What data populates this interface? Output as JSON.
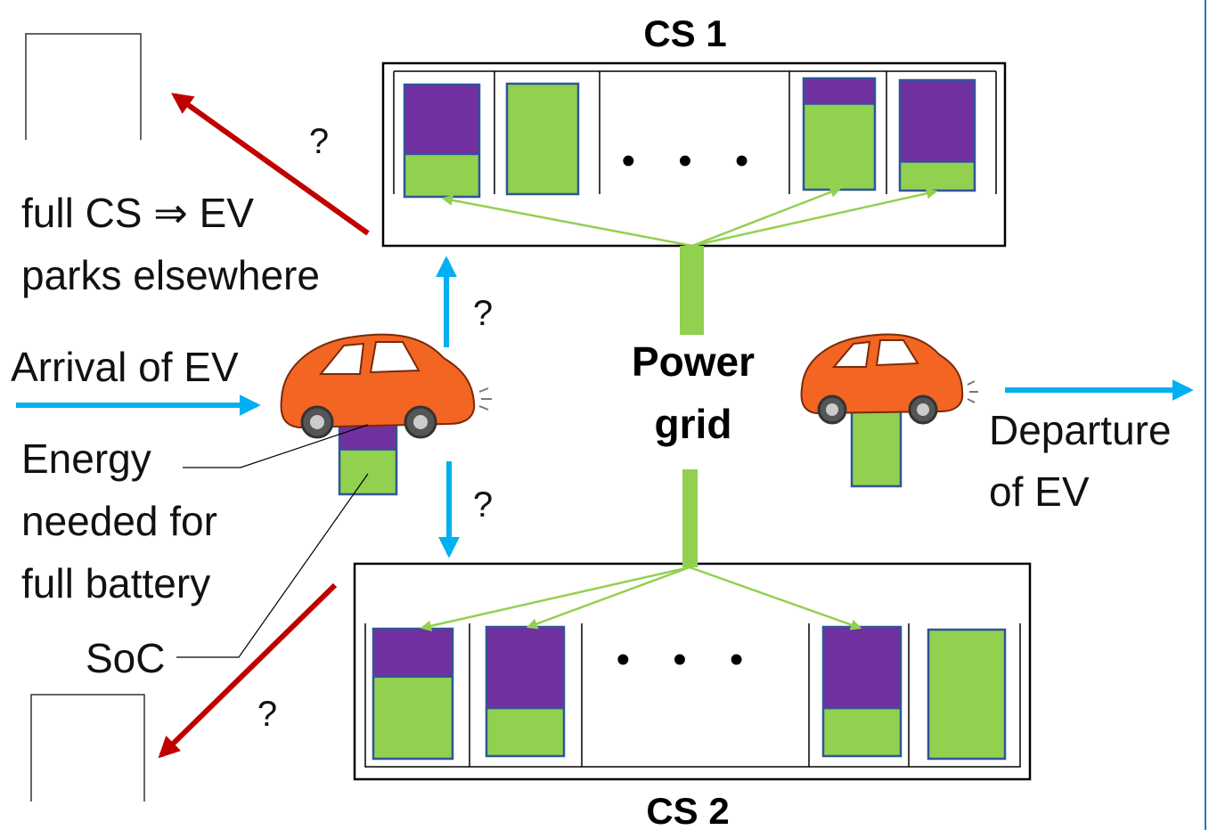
{
  "stations": {
    "cs1": {
      "label": "CS 1"
    },
    "cs2": {
      "label": "CS 2"
    }
  },
  "grid": {
    "label_line1": "Power",
    "label_line2": "grid"
  },
  "labels": {
    "arrival": "Arrival of EV",
    "departure_line1": "Departure",
    "departure_line2": "of EV",
    "full_line1": "full CS ⇒ EV",
    "full_line2": "parks elsewhere",
    "energy_line1": "Energy",
    "energy_line2": "needed for",
    "energy_line3": "full battery",
    "soc": "SoC",
    "ellipsis": "• • •"
  },
  "question_marks": {
    "to_cs1": "?",
    "to_cs2": "?",
    "elsewhere_top": "?",
    "elsewhere_bottom": "?"
  },
  "colors": {
    "soc_green": "#92d050",
    "energy_purple": "#7030a0",
    "battery_border": "#2f5597",
    "ev_flow_blue": "#00b0f0",
    "redirect_red": "#c00000",
    "grid_green": "#92d050",
    "car_orange": "#f26522"
  },
  "batteries": {
    "cs1": [
      {
        "soc": 0.38
      },
      {
        "soc": 1.0
      },
      {
        "soc": 0.77
      },
      {
        "soc": 0.26
      }
    ],
    "cs2": [
      {
        "soc": 0.63
      },
      {
        "soc": 0.37
      },
      {
        "soc": 0.37
      },
      {
        "soc": 1.0
      }
    ],
    "arriving_ev": {
      "soc": 0.44
    },
    "departing_ev": {
      "soc": 0.83
    }
  }
}
